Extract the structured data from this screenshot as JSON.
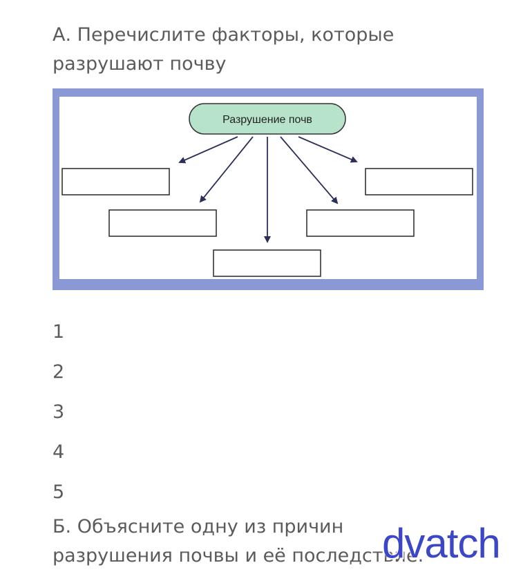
{
  "question_a": {
    "line1": "А. Перечислите факторы, которые",
    "line2": "разрушают почву"
  },
  "diagram": {
    "center_label": "Разрушение почв",
    "colors": {
      "frame": "#8a98d6",
      "node_fill": "#b6e3c9",
      "arrow": "#2c2f5a",
      "box_stroke": "#333333"
    }
  },
  "answers": [
    "1",
    "2",
    "3",
    "4",
    "5"
  ],
  "question_b": {
    "line1": "Б. Объясните одну из причин",
    "line2": "разрушения почвы и её последствие."
  },
  "watermark": {
    "text": "dvatch"
  }
}
